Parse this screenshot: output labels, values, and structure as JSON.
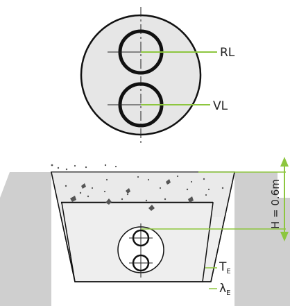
{
  "labels": {
    "return_line": "RL",
    "supply_line": "VL",
    "depth": "H = 0.6m",
    "temp_main": "T",
    "temp_sub": "E",
    "lambda_main": "λ",
    "lambda_sub": "E"
  },
  "colors": {
    "accent_green": "#8dc63f",
    "pipe_fill": "#e6e6e6",
    "outline": "#111111",
    "concrete": "#cfcfcf",
    "soil": "#eaeaea",
    "cover": "#efefef"
  }
}
